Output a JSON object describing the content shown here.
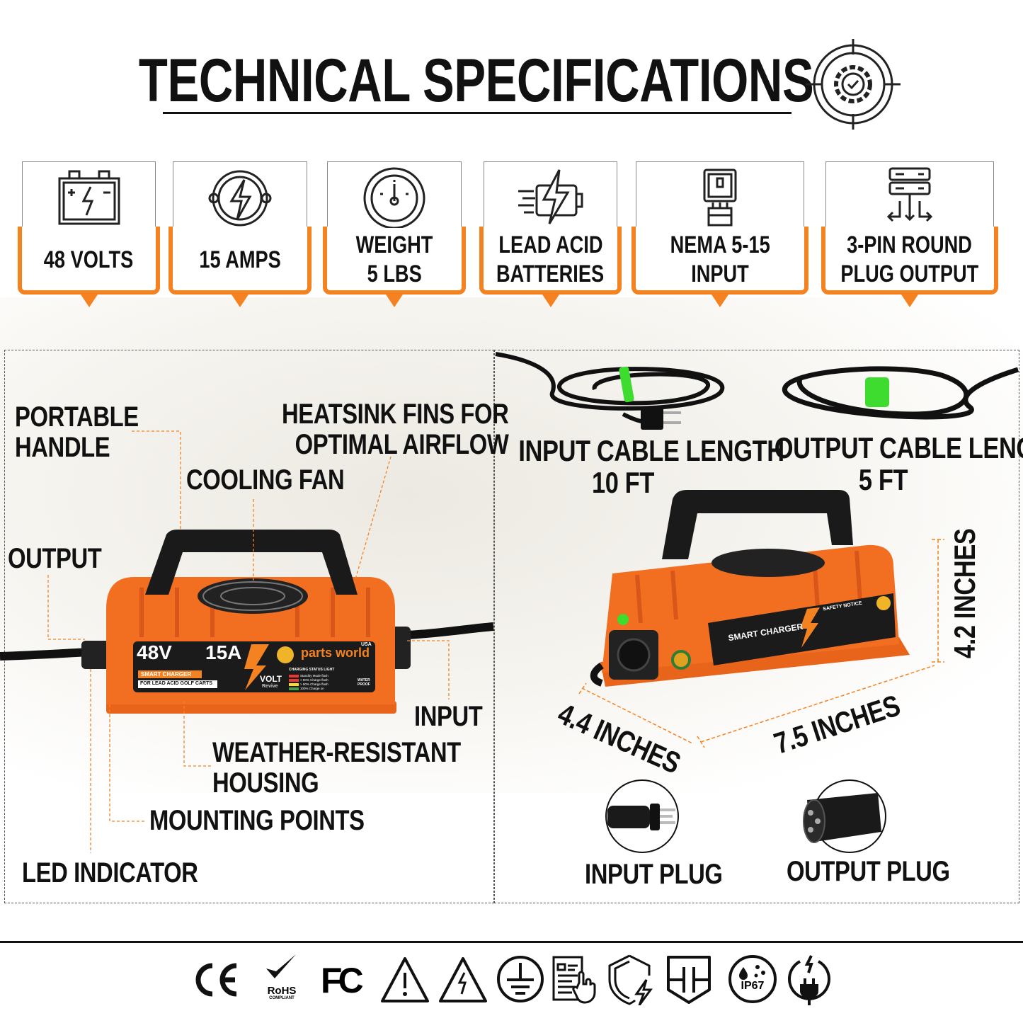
{
  "title": "TECHNICAL SPECIFICATIONS",
  "title_icon": "gear-target-check-icon",
  "specs": [
    {
      "icon": "battery-bolt-icon",
      "lines": [
        "48 VOLTS"
      ]
    },
    {
      "icon": "bolt-circle-icon",
      "lines": [
        "15 AMPS"
      ]
    },
    {
      "icon": "scale-gauge-icon",
      "lines": [
        "WEIGHT",
        "5 LBS"
      ]
    },
    {
      "icon": "fast-charge-battery-icon",
      "lines": [
        "LEAD ACID",
        "BATTERIES"
      ]
    },
    {
      "icon": "wall-outlet-icon",
      "lines": [
        "NEMA 5-15",
        "INPUT"
      ]
    },
    {
      "icon": "server-output-icon",
      "lines": [
        "3-PIN ROUND",
        "PLUG OUTPUT"
      ]
    }
  ],
  "left_panel": {
    "labels": {
      "handle": [
        "PORTABLE",
        "HANDLE"
      ],
      "heatsink": [
        "HEATSINK FINS FOR",
        "OPTIMAL AIRFLOW"
      ],
      "fan": "COOLING FAN",
      "output": "OUTPUT",
      "input": "INPUT",
      "housing": [
        "WEATHER-RESISTANT",
        "HOUSING"
      ],
      "mounting": "MOUNTING POINTS",
      "led": "LED INDICATOR"
    }
  },
  "charger_label": {
    "voltage": "48V",
    "current": "15A",
    "brand": "parts world",
    "brand_country": "USA",
    "tag1": "SMART CHARGER",
    "tag2": "FOR LEAD ACID GOLF CARTS",
    "sub_brand": "VOLT",
    "sub_brand2": "Revive",
    "status_title": "CHARGING STATUS LIGHT",
    "status_rows": [
      [
        "Standby Mode",
        "flash"
      ],
      [
        "< 80% Charge",
        "flash"
      ],
      [
        "> 80% Charge",
        "flash"
      ],
      [
        "100% Charge",
        "on"
      ]
    ],
    "waterproof": "WATER PROOF",
    "status_colors": [
      "#e53935",
      "#e53935",
      "#fdd835",
      "#43a047"
    ],
    "brand_color": "#f58220"
  },
  "right_panel": {
    "input_cable": [
      "INPUT CABLE LENGTH",
      "10 FT"
    ],
    "output_cable": [
      "OUTPUT CABLE LENGTH",
      "5 FT"
    ],
    "height": "4.2 INCHES",
    "depth": "4.4 INCHES",
    "width": "7.5 INCHES",
    "safety_notice": "SAFETY NOTICE",
    "smart_charger": "SMART CHARGER",
    "input_plug": "INPUT PLUG",
    "output_plug": "OUTPUT PLUG"
  },
  "certifications": [
    {
      "icon": "ce-mark-icon"
    },
    {
      "icon": "rohs-compliant-icon",
      "text": "RoHS",
      "sub": "COMPLIANT"
    },
    {
      "icon": "fcc-mark-icon"
    },
    {
      "icon": "warning-triangle-icon"
    },
    {
      "icon": "high-voltage-warning-icon"
    },
    {
      "icon": "ground-symbol-icon"
    },
    {
      "icon": "manual-touch-icon"
    },
    {
      "icon": "shield-bolt-icon"
    },
    {
      "icon": "double-insulation-icon"
    },
    {
      "icon": "ip67-icon",
      "text": "IP67"
    },
    {
      "icon": "power-plug-icon"
    }
  ],
  "colors": {
    "accent": "#f58220",
    "text": "#111111",
    "cable_strap": "#3ddc2f"
  }
}
